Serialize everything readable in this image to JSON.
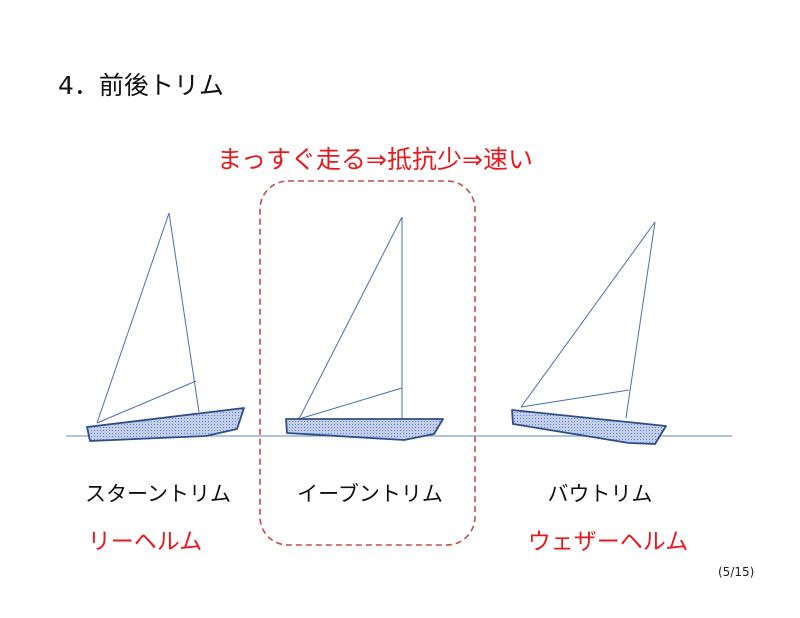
{
  "slide": {
    "title": "4．前後トリム",
    "headline": "まっすぐ走る⇒抵抗少⇒速い",
    "trims": [
      {
        "name": "スターントリム",
        "effect": "リーヘルム"
      },
      {
        "name": "イーブントリム",
        "effect": ""
      },
      {
        "name": "バウトリム",
        "effect": "ウェザーヘルム"
      }
    ],
    "page_number": "(5/15)"
  },
  "colors": {
    "accent_red": "#e8191e",
    "highlight_box": "#c0504d",
    "hull_outline": "#2f4e86",
    "hull_fill": "#aab9de",
    "sail_line": "#4a6fb0",
    "waterline": "#7ba3c8"
  }
}
